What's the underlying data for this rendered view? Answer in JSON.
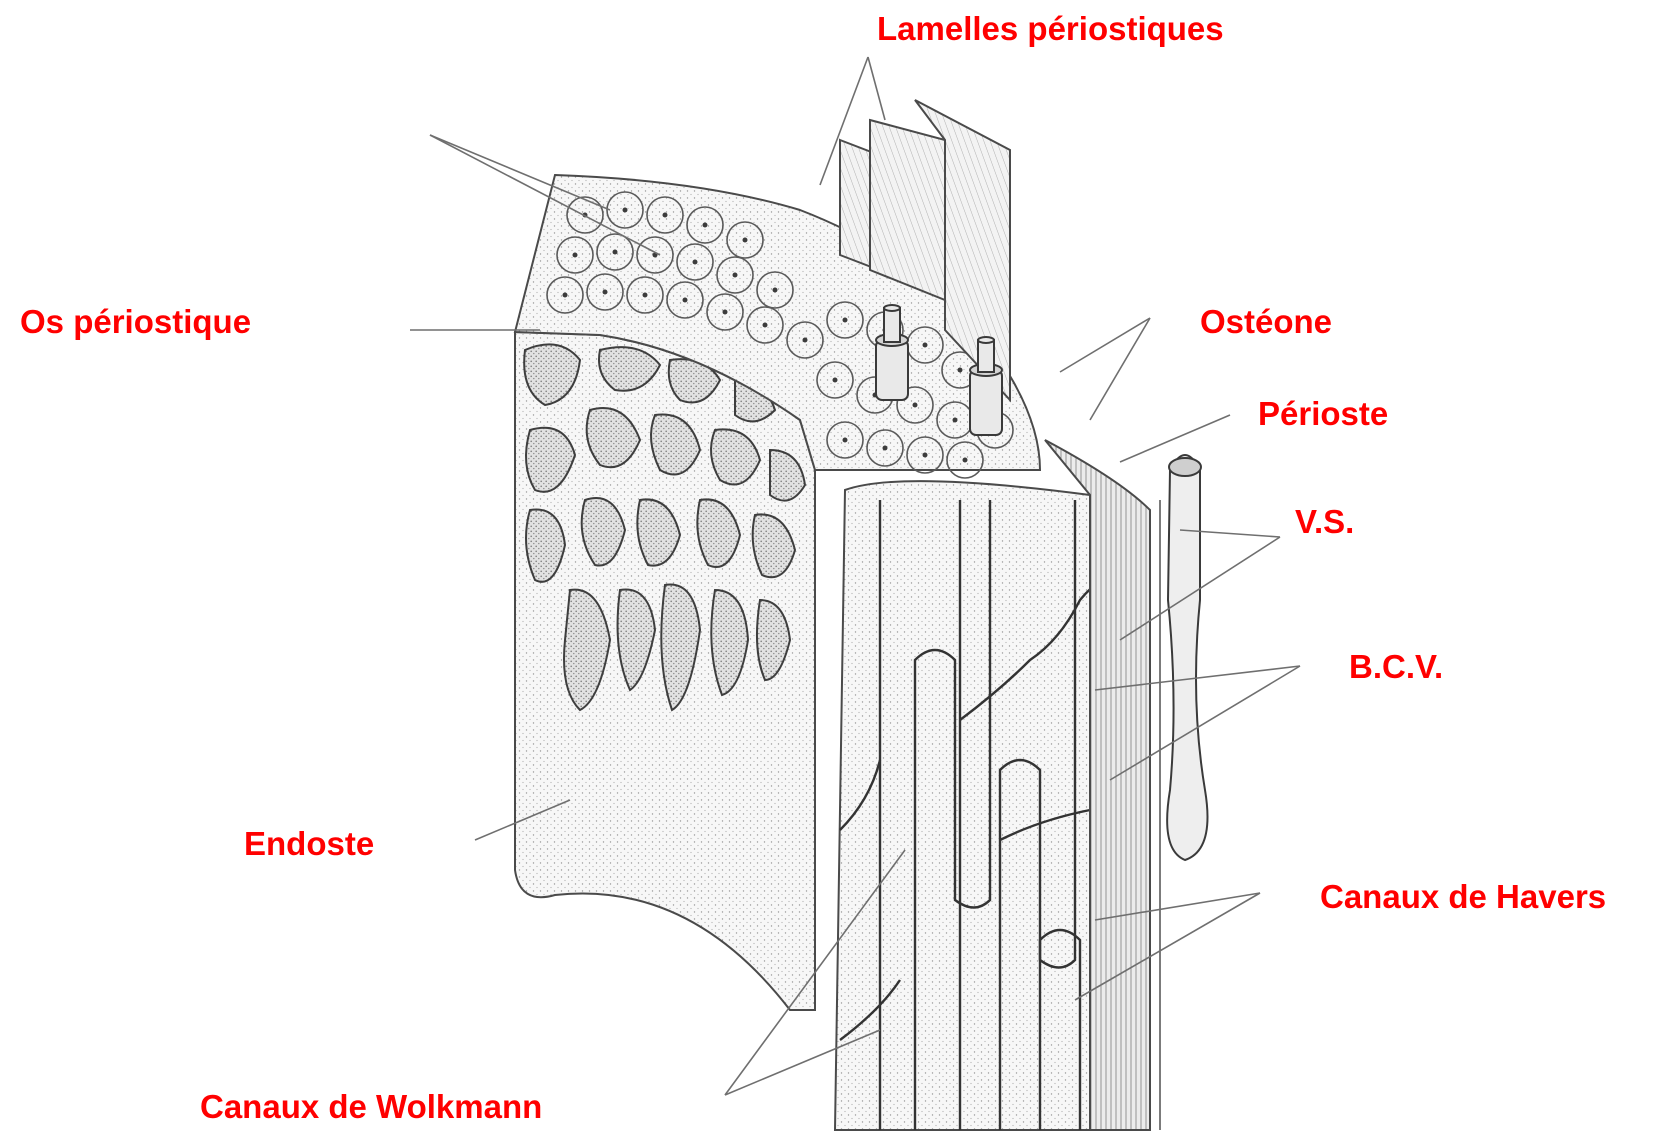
{
  "colors": {
    "label": "#ff0000",
    "ink": "#4a4a4a",
    "background": "#ffffff"
  },
  "labels": {
    "lamelles_periostiques": "Lamelles périostiques",
    "os_periostique": "Os périostique",
    "osteone": "Ostéone",
    "perioste": "Périoste",
    "vs": "V.S.",
    "bcv": "B.C.V.",
    "endoste": "Endoste",
    "canaux_havers": "Canaux de Havers",
    "canaux_wolkmann": "Canaux de Wolkmann"
  }
}
